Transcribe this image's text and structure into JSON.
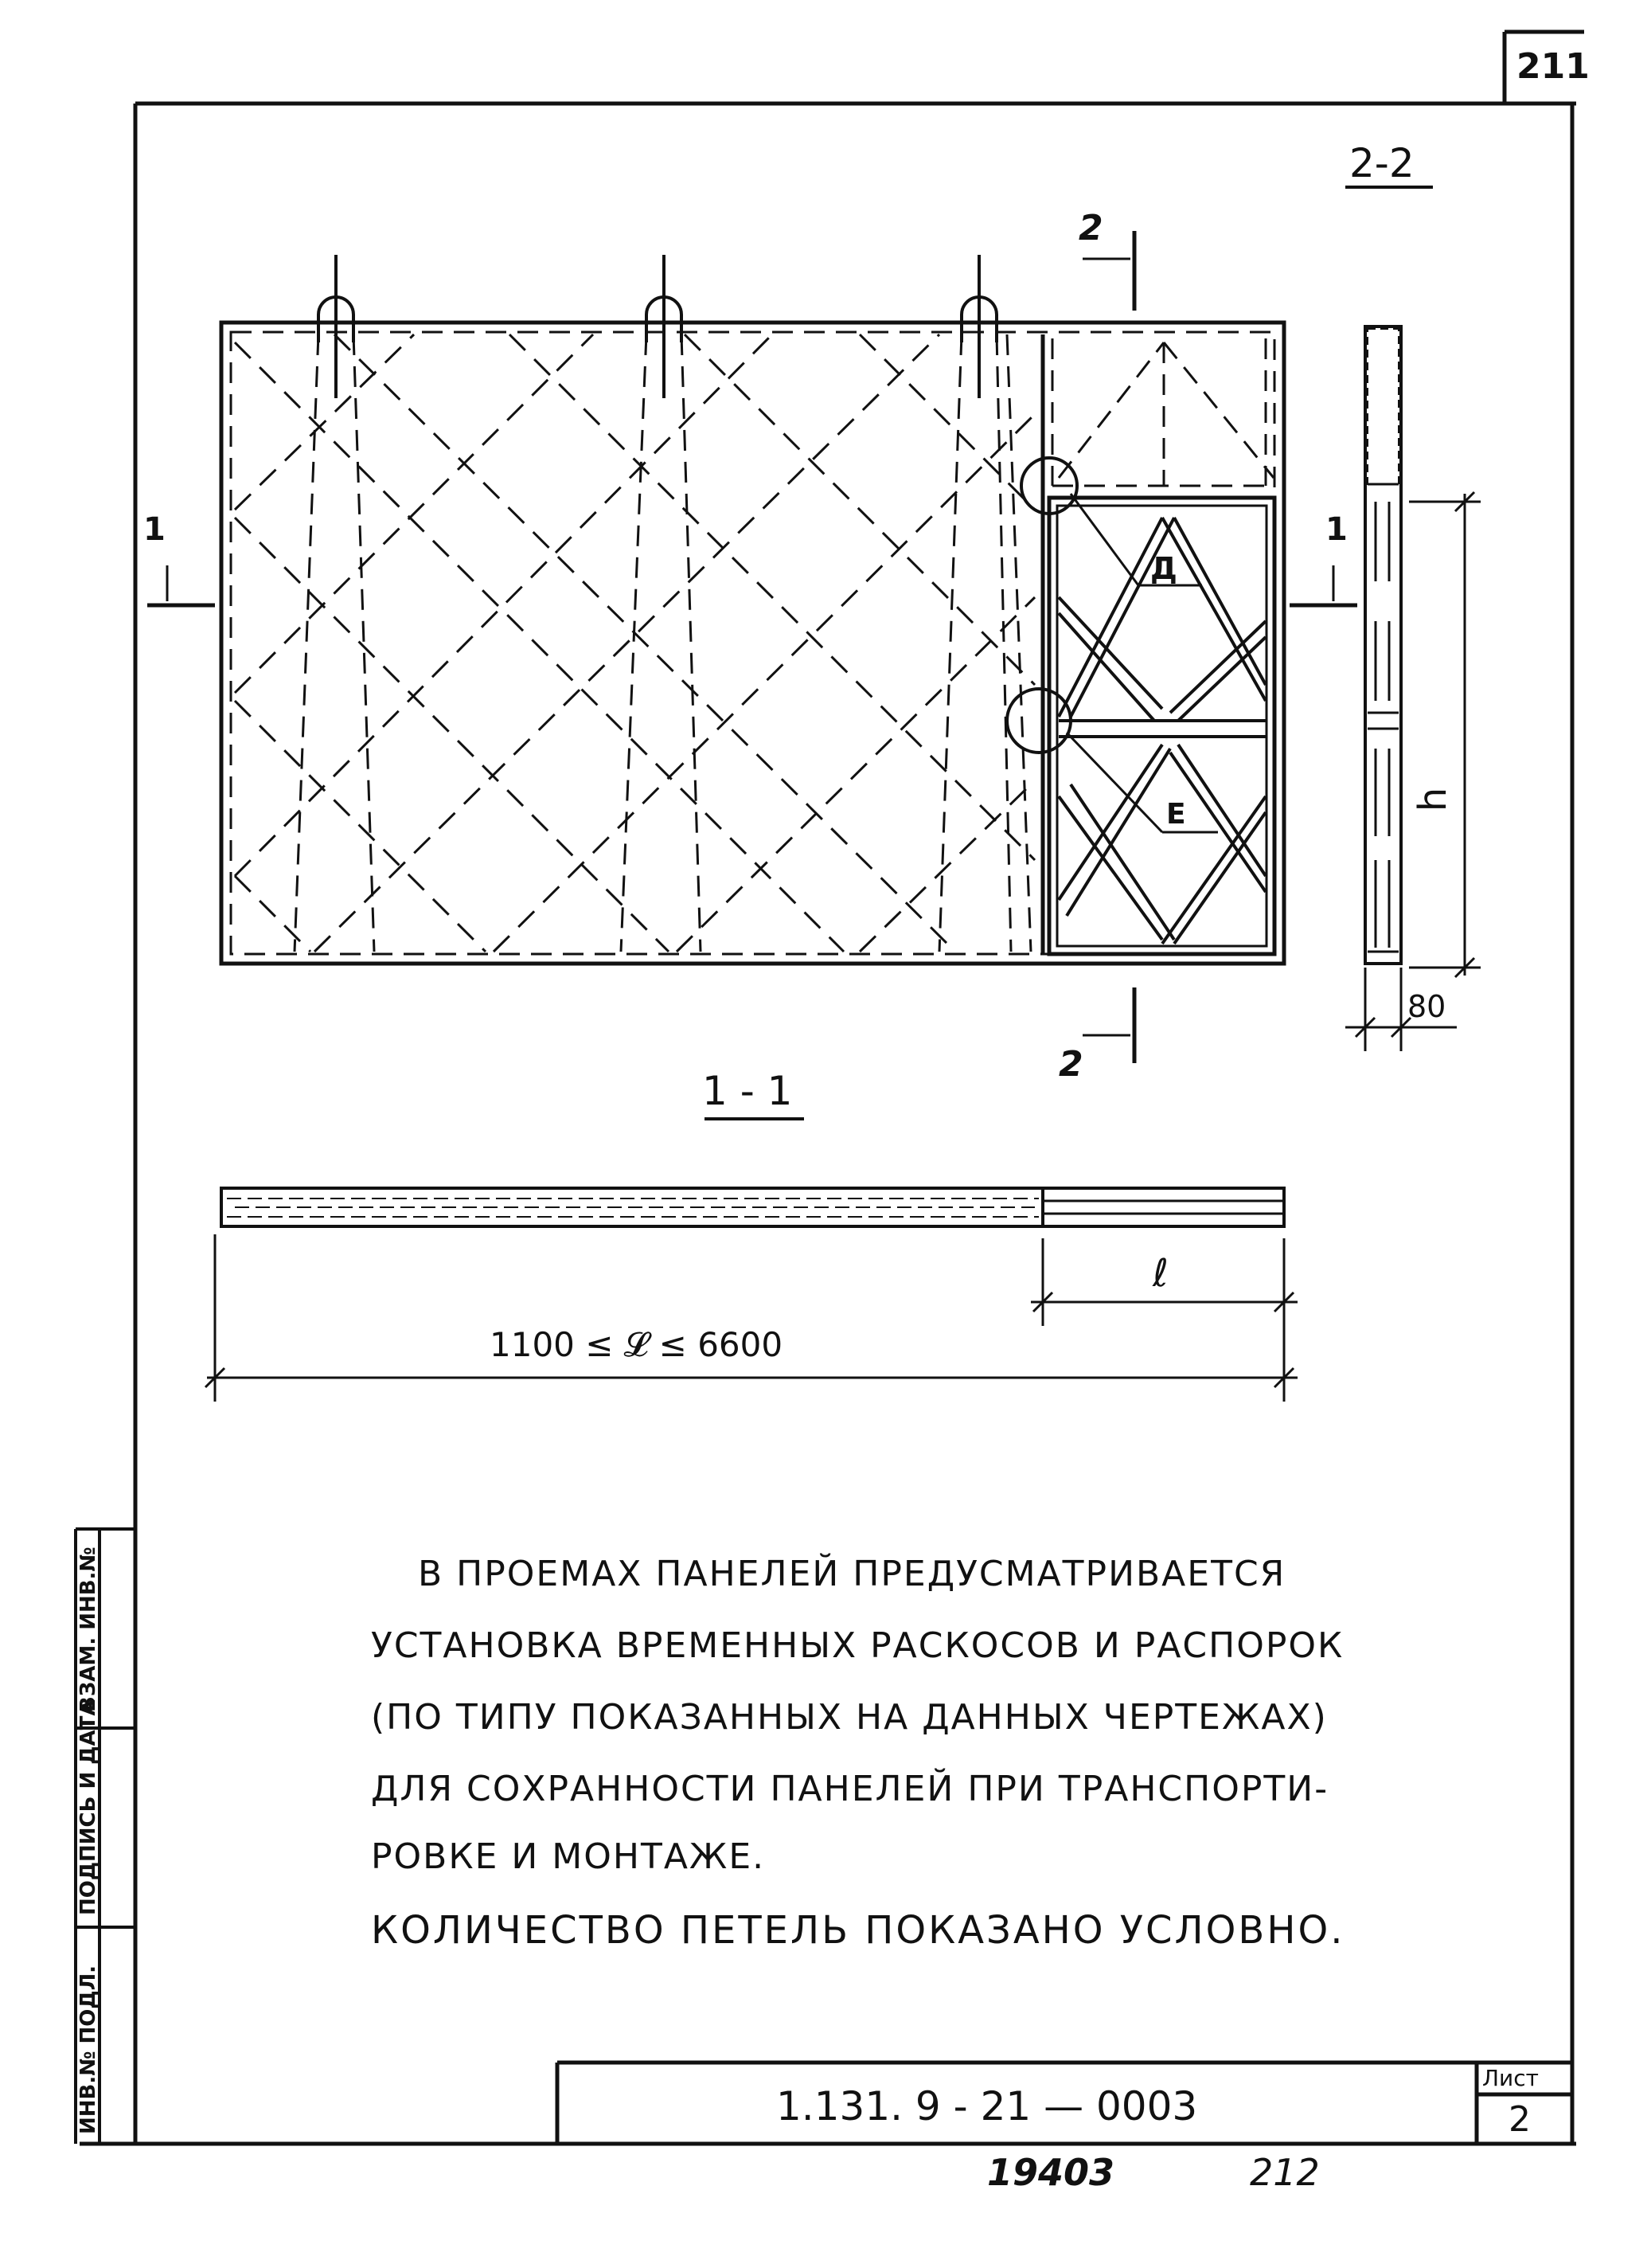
{
  "sheet": {
    "page_number_top": "211",
    "page_number_bottom": "212",
    "inventory_number": "19403",
    "document_code": "1.131. 9 - 21  —  0003",
    "sheet_label": "Лист",
    "sheet_number": "2"
  },
  "drawing": {
    "section_2_2_title": "2-2",
    "section_1_1_title": "1 - 1",
    "section_mark_1": "1",
    "section_mark_2": "2",
    "node_a": "Д",
    "node_e": "Е",
    "dim_h": "h",
    "dim_80": "80",
    "dim_l": "ℓ",
    "dim_L": "1100   ≤ 𝓛 ≤ 6600"
  },
  "notes": [
    "В ПРОЕМАХ ПАНЕЛЕЙ ПРЕДУСМАТРИВАЕТСЯ",
    "УСТАНОВКА ВРЕМЕННЫХ РАСКОСОВ И РАСПОРОК",
    "(ПО ТИПУ ПОКАЗАННЫХ НА ДАННЫХ ЧЕРТЕЖАХ)",
    "ДЛЯ СОХРАННОСТИ ПАНЕЛЕЙ ПРИ ТРАНСПОРТИ-",
    "РОВКЕ И МОНТАЖЕ.",
    "КОЛИЧЕСТВО ПЕТЕЛЬ ПОКАЗАНО УСЛОВНО."
  ],
  "side_stamp": {
    "inv_orig": "ИНВ.№ ПОДЛ.",
    "sign_date": "ПОДПИСЬ И ДАТА",
    "replace_inv": "ВЗАМ. ИНВ.№"
  }
}
